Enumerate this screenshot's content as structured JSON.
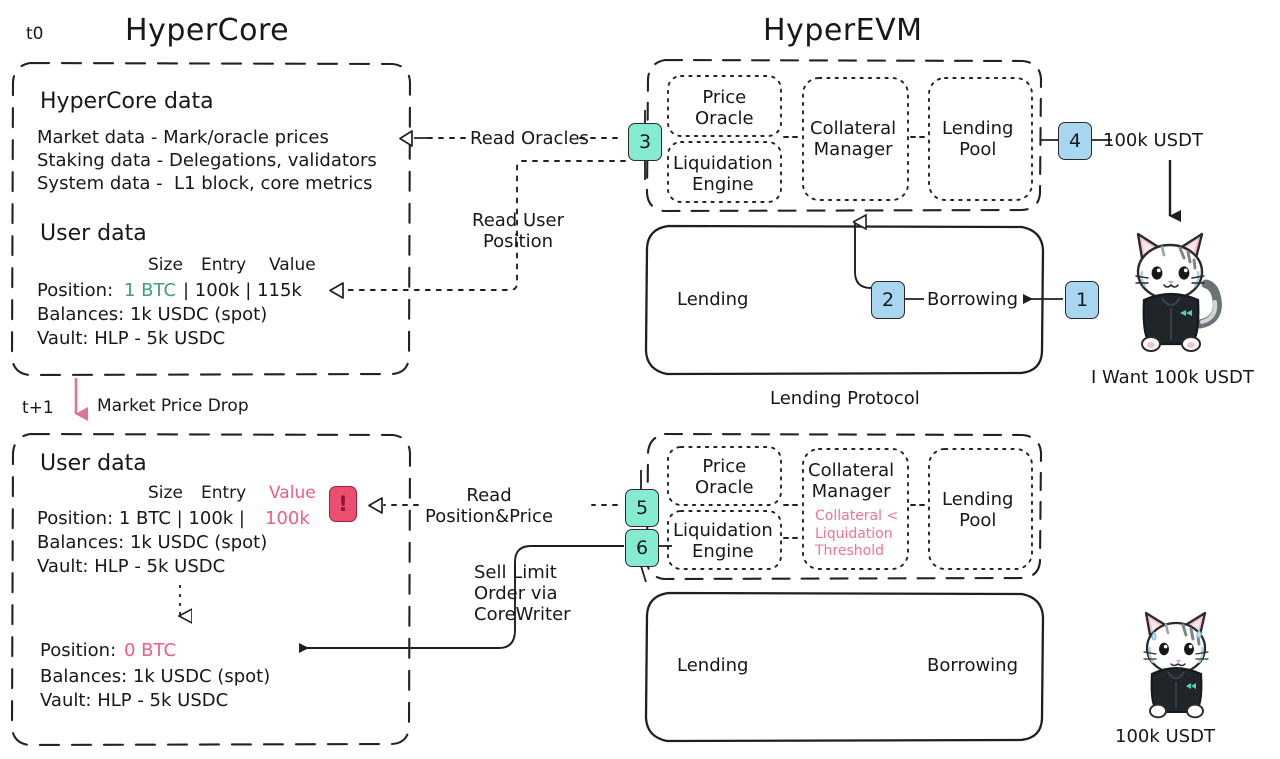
{
  "diagram": {
    "title_left": "HyperCore",
    "title_right": "HyperEVM",
    "time_t0": "t0",
    "time_t1": "t+1",
    "market_drop_label": "Market Price Drop"
  },
  "hypercore_top": {
    "section_title": "HyperCore data",
    "lines": [
      "Market data - Mark/oracle prices",
      "Staking data - Delegations, validators",
      "System data -  L1 block, core metrics"
    ],
    "user_data_title": "User data",
    "col_size": "Size",
    "col_entry": "Entry",
    "col_value": "Value",
    "position_label": "Position:",
    "position_size": "1 BTC",
    "position_sep1": "| 100k | 115k",
    "balances": "Balances: 1k USDC (spot)",
    "vault": "Vault: HLP - 5k USDC"
  },
  "hypercore_bottom": {
    "user_data_title": "User data",
    "col_size": "Size",
    "col_entry": "Entry",
    "col_value": "Value",
    "position_label": "Position: 1 BTC | 100k |",
    "position_value": "100k",
    "balances": "Balances: 1k USDC (spot)",
    "vault": "Vault: HLP - 5k USDC",
    "after_position_label": "Position:",
    "after_position_value": "0 BTC",
    "after_balances": "Balances: 1k USDC (spot)",
    "after_vault": "Vault: HLP - 5k USDC",
    "alert_glyph": "!"
  },
  "hyperevm_top": {
    "price_oracle": "Price\nOracle",
    "liquidation_engine": "Liquidation\nEngine",
    "collateral_manager": "Collateral\nManager",
    "lending_pool": "Lending\nPool",
    "protocol_lending": "Lending",
    "protocol_borrowing": "Borrowing",
    "protocol_caption": "Lending Protocol"
  },
  "hyperevm_bottom": {
    "price_oracle": "Price\nOracle",
    "liquidation_engine": "Liquidation\nEngine",
    "collateral_manager": "Collateral\nManager",
    "collateral_warning": "Collateral <\nLiquidation\nThreshold",
    "lending_pool": "Lending\nPool",
    "protocol_lending": "Lending",
    "protocol_borrowing": "Borrowing"
  },
  "flow_labels": {
    "read_oracles": "Read Oracles",
    "read_user_position": "Read User\nPosition",
    "read_position_price": "Read\nPosition&Price",
    "sell_limit_order": "Sell Limit\nOrder via\nCoreWriter"
  },
  "badges": [
    {
      "id": "1",
      "color": "#a8d5f0"
    },
    {
      "id": "2",
      "color": "#a8d5f0"
    },
    {
      "id": "3",
      "color": "#85ecd2"
    },
    {
      "id": "4",
      "color": "#a8d5f0"
    },
    {
      "id": "5",
      "color": "#85ecd2"
    },
    {
      "id": "6",
      "color": "#85ecd2"
    }
  ],
  "actor_top": {
    "amount_label": "100k USDT",
    "caption": "I Want 100k USDT"
  },
  "actor_bottom": {
    "caption": "100k USDT"
  },
  "colors": {
    "accent_green": "#3f9e7e",
    "accent_pink": "#ef5d84",
    "badge_blue": "#a8d5f0",
    "badge_teal": "#85ecd2",
    "alert_red": "#ea4f72",
    "stroke": "#2a2a2a"
  }
}
